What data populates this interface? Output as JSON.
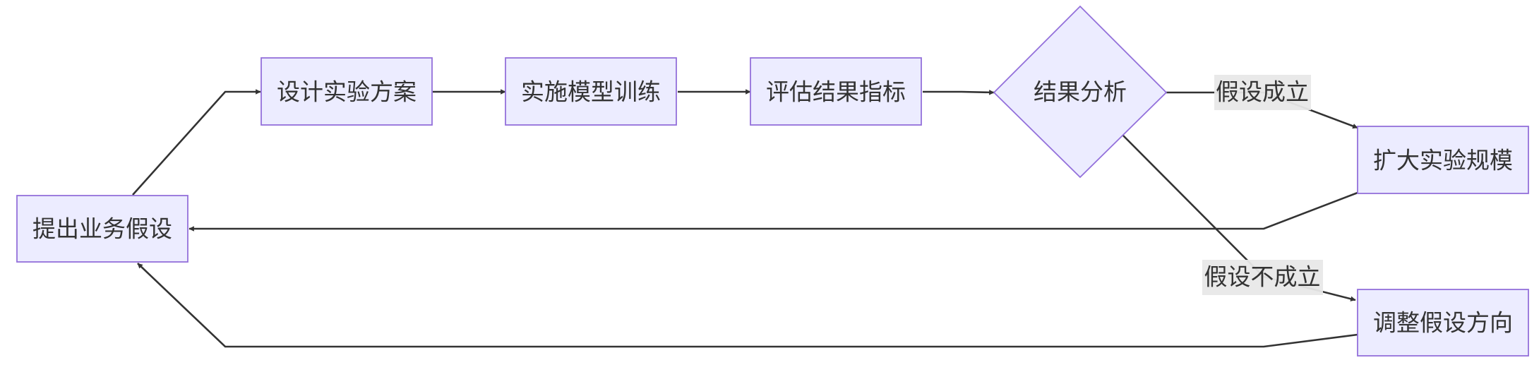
{
  "nodes": {
    "hypothesis": "提出业务假设",
    "design": "设计实验方案",
    "train": "实施模型训练",
    "evaluate": "评估结果指标",
    "analysis": "结果分析",
    "scale": "扩大实验规模",
    "adjust": "调整假设方向"
  },
  "edges": {
    "holds": "假设成立",
    "not_holds": "假设不成立"
  },
  "colors": {
    "node_fill": "#ececff",
    "node_stroke": "#9370db",
    "edge_stroke": "#333333",
    "edge_label_bg": "#e8e8e8"
  }
}
